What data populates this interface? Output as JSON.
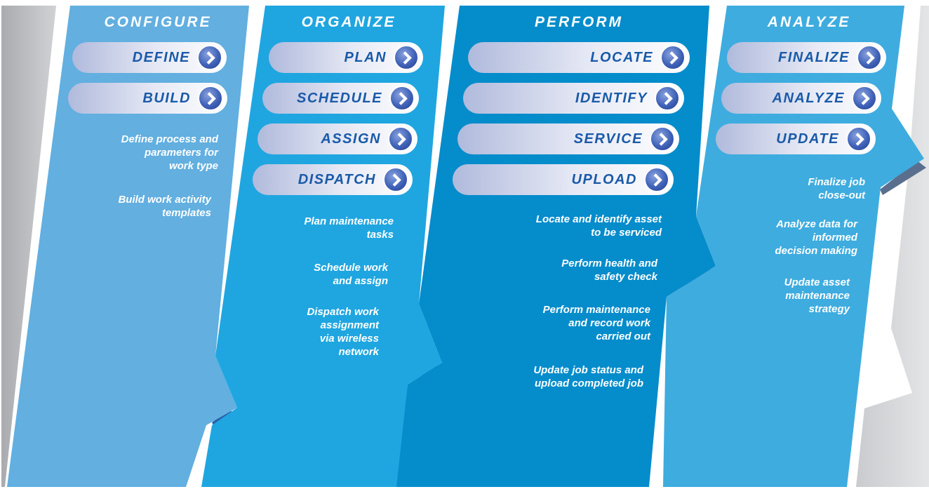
{
  "colors": {
    "gray": "#bfc1c4",
    "configure": "#62afe0",
    "organize": "#1fa6e0",
    "perform": "#058ccb",
    "analyze": "#3eacdf",
    "pill_text": "#1a5aa8",
    "arrow_button": "#3f62b8"
  },
  "columns": [
    {
      "title": "CONFIGURE",
      "steps": [
        {
          "label": "DEFINE",
          "icon": "chevron-right-icon"
        },
        {
          "label": "BUILD",
          "icon": "chevron-right-icon"
        }
      ],
      "descriptions": [
        [
          "Define process and",
          "parameters for",
          "work type"
        ],
        [
          "Build work activity",
          "templates"
        ]
      ]
    },
    {
      "title": "ORGANIZE",
      "steps": [
        {
          "label": "PLAN",
          "icon": "chevron-right-icon"
        },
        {
          "label": "SCHEDULE",
          "icon": "chevron-right-icon"
        },
        {
          "label": "ASSIGN",
          "icon": "chevron-right-icon"
        },
        {
          "label": "DISPATCH",
          "icon": "chevron-right-icon"
        }
      ],
      "descriptions": [
        [
          "Plan maintenance",
          "tasks"
        ],
        [
          "Schedule work",
          "and assign"
        ],
        [
          "Dispatch work",
          "assignment",
          "via wireless",
          "network"
        ]
      ]
    },
    {
      "title": "PERFORM",
      "steps": [
        {
          "label": "LOCATE",
          "icon": "chevron-right-icon"
        },
        {
          "label": "IDENTIFY",
          "icon": "chevron-right-icon"
        },
        {
          "label": "SERVICE",
          "icon": "chevron-right-icon"
        },
        {
          "label": "UPLOAD",
          "icon": "chevron-right-icon"
        }
      ],
      "descriptions": [
        [
          "Locate and identify asset",
          "to be serviced"
        ],
        [
          "Perform health and",
          "safety check"
        ],
        [
          "Perform maintenance",
          "and record work",
          "carried out"
        ],
        [
          "Update job status and",
          "upload completed job"
        ]
      ]
    },
    {
      "title": "ANALYZE",
      "steps": [
        {
          "label": "FINALIZE",
          "icon": "chevron-right-icon"
        },
        {
          "label": "ANALYZE",
          "icon": "chevron-right-icon"
        },
        {
          "label": "UPDATE",
          "icon": "chevron-right-icon"
        }
      ],
      "descriptions": [
        [
          "Finalize job",
          "close-out"
        ],
        [
          "Analyze data  for",
          "informed",
          "decision making"
        ],
        [
          "Update asset",
          "maintenance",
          "strategy"
        ]
      ]
    }
  ]
}
